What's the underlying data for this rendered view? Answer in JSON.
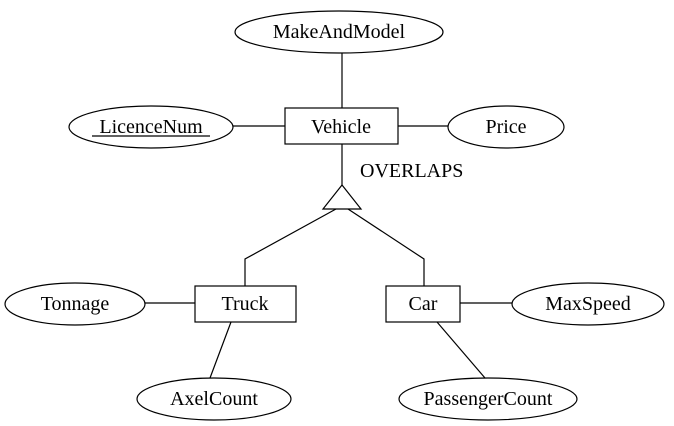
{
  "diagram": {
    "entities": {
      "vehicle": "Vehicle",
      "truck": "Truck",
      "car": "Car"
    },
    "attributes": {
      "make_and_model": "MakeAndModel",
      "licence_num": "LicenceNum",
      "price": "Price",
      "tonnage": "Tonnage",
      "axel_count": "AxelCount",
      "max_speed": "MaxSpeed",
      "passenger_count": "PassengerCount"
    },
    "specialization": {
      "constraint": "OVERLAPS"
    },
    "key_attribute": "LicenceNum"
  }
}
